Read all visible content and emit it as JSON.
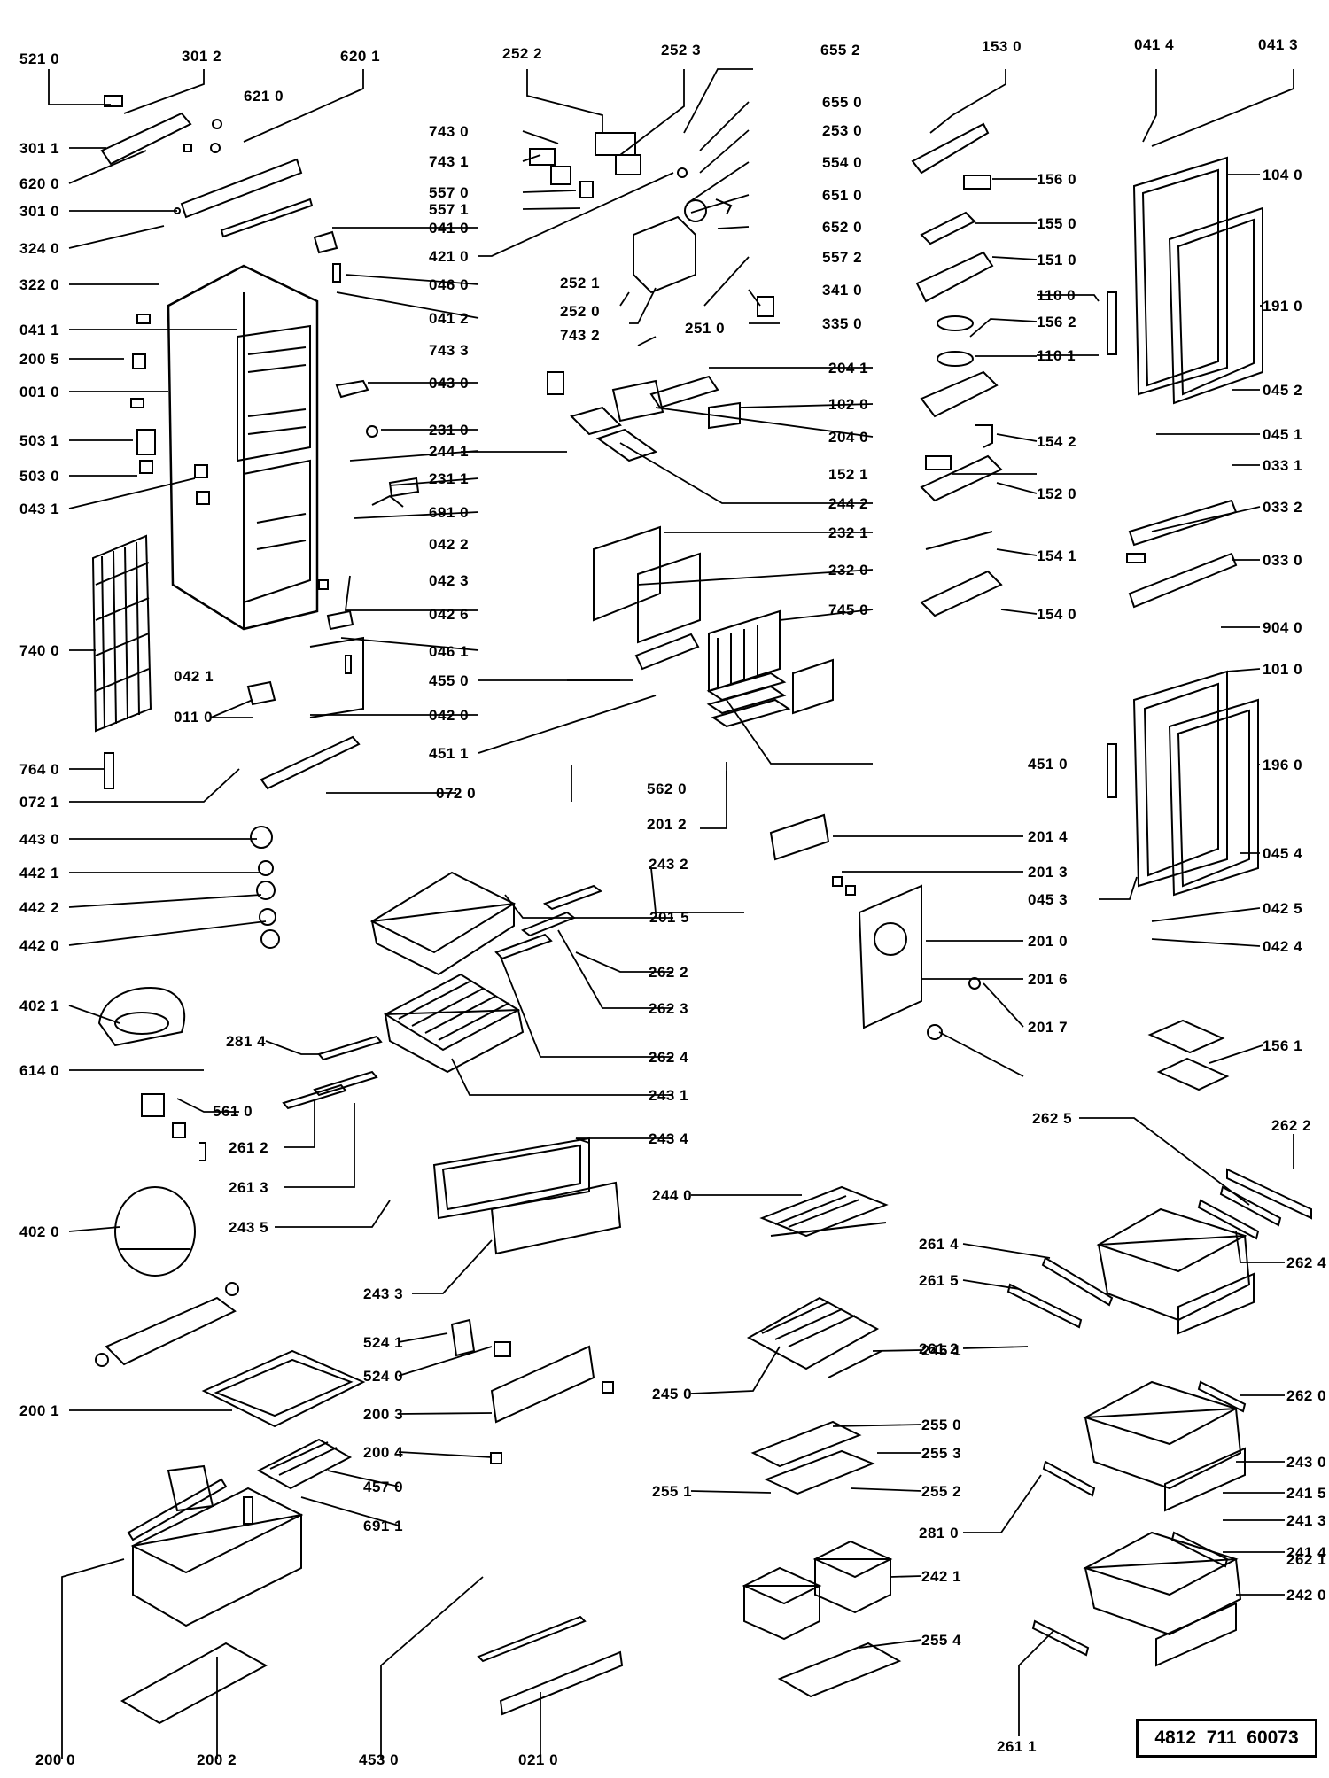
{
  "document_number": "4812  711  60073",
  "part_labels": [
    {
      "id": "l-5210",
      "text": "521 0"
    },
    {
      "id": "l-3012",
      "text": "301 2"
    },
    {
      "id": "l-6201",
      "text": "620 1"
    },
    {
      "id": "l-6210",
      "text": "621 0"
    },
    {
      "id": "l-3011",
      "text": "301 1"
    },
    {
      "id": "l-6200",
      "text": "620 0"
    },
    {
      "id": "l-3010",
      "text": "301 0"
    },
    {
      "id": "l-3240",
      "text": "324 0"
    },
    {
      "id": "l-3220",
      "text": "322 0"
    },
    {
      "id": "l-0411",
      "text": "041 1"
    },
    {
      "id": "l-2005",
      "text": "200 5"
    },
    {
      "id": "l-0010",
      "text": "001 0"
    },
    {
      "id": "l-5031",
      "text": "503 1"
    },
    {
      "id": "l-5030",
      "text": "503 0"
    },
    {
      "id": "l-0431",
      "text": "043 1"
    },
    {
      "id": "l-7400",
      "text": "740 0"
    },
    {
      "id": "l-0421",
      "text": "042 1"
    },
    {
      "id": "l-0110",
      "text": "011 0"
    },
    {
      "id": "l-7640",
      "text": "764 0"
    },
    {
      "id": "l-0721",
      "text": "072 1"
    },
    {
      "id": "l-0720",
      "text": "072 0"
    },
    {
      "id": "l-4430",
      "text": "443 0"
    },
    {
      "id": "l-4421",
      "text": "442 1"
    },
    {
      "id": "l-4422",
      "text": "442 2"
    },
    {
      "id": "l-4420",
      "text": "442 0"
    },
    {
      "id": "l-4021",
      "text": "402 1"
    },
    {
      "id": "l-6140",
      "text": "614 0"
    },
    {
      "id": "l-5610",
      "text": "561 0"
    },
    {
      "id": "l-2814",
      "text": "281 4"
    },
    {
      "id": "l-2612a",
      "text": "261 2"
    },
    {
      "id": "l-2613",
      "text": "261 3"
    },
    {
      "id": "l-2435",
      "text": "243 5"
    },
    {
      "id": "l-4020",
      "text": "402 0"
    },
    {
      "id": "l-2001",
      "text": "200 1"
    },
    {
      "id": "l-2000",
      "text": "200 0"
    },
    {
      "id": "l-2002",
      "text": "200 2"
    },
    {
      "id": "l-4530",
      "text": "453 0"
    },
    {
      "id": "l-0210",
      "text": "021 0"
    },
    {
      "id": "l-2522",
      "text": "252 2"
    },
    {
      "id": "l-2523",
      "text": "252 3"
    },
    {
      "id": "l-6552",
      "text": "655 2"
    },
    {
      "id": "l-6550",
      "text": "655 0"
    },
    {
      "id": "l-2530",
      "text": "253 0"
    },
    {
      "id": "l-5540",
      "text": "554 0"
    },
    {
      "id": "l-6510",
      "text": "651 0"
    },
    {
      "id": "l-6520",
      "text": "652 0"
    },
    {
      "id": "l-5572",
      "text": "557 2"
    },
    {
      "id": "l-3410",
      "text": "341 0"
    },
    {
      "id": "l-3350",
      "text": "335 0"
    },
    {
      "id": "l-7430",
      "text": "743 0"
    },
    {
      "id": "l-7431",
      "text": "743 1"
    },
    {
      "id": "l-5570",
      "text": "557 0"
    },
    {
      "id": "l-5571",
      "text": "557 1"
    },
    {
      "id": "l-0410",
      "text": "041 0"
    },
    {
      "id": "l-4210",
      "text": "421 0"
    },
    {
      "id": "l-0460",
      "text": "046 0"
    },
    {
      "id": "l-0412",
      "text": "041 2"
    },
    {
      "id": "l-2521",
      "text": "252 1"
    },
    {
      "id": "l-2520",
      "text": "252 0"
    },
    {
      "id": "l-2510",
      "text": "251 0"
    },
    {
      "id": "l-7432",
      "text": "743 2"
    },
    {
      "id": "l-7433",
      "text": "743 3"
    },
    {
      "id": "l-0430",
      "text": "043 0"
    },
    {
      "id": "l-2310",
      "text": "231 0"
    },
    {
      "id": "l-2441",
      "text": "244 1"
    },
    {
      "id": "l-2311",
      "text": "231 1"
    },
    {
      "id": "l-6910",
      "text": "691 0"
    },
    {
      "id": "l-0422",
      "text": "042 2"
    },
    {
      "id": "l-0423",
      "text": "042 3"
    },
    {
      "id": "l-0426",
      "text": "042 6"
    },
    {
      "id": "l-0461",
      "text": "046 1"
    },
    {
      "id": "l-4550",
      "text": "455 0"
    },
    {
      "id": "l-0420",
      "text": "042 0"
    },
    {
      "id": "l-4511",
      "text": "451 1"
    },
    {
      "id": "l-5620",
      "text": "562 0"
    },
    {
      "id": "l-2012",
      "text": "201 2"
    },
    {
      "id": "l-2041",
      "text": "204 1"
    },
    {
      "id": "l-1020",
      "text": "102 0"
    },
    {
      "id": "l-2040",
      "text": "204 0"
    },
    {
      "id": "l-2442",
      "text": "244 2"
    },
    {
      "id": "l-2321",
      "text": "232 1"
    },
    {
      "id": "l-2320",
      "text": "232 0"
    },
    {
      "id": "l-7450",
      "text": "745 0"
    },
    {
      "id": "l-4510",
      "text": "451 0"
    },
    {
      "id": "l-2014",
      "text": "201 4"
    },
    {
      "id": "l-2013",
      "text": "201 3"
    },
    {
      "id": "l-2015",
      "text": "201 5"
    },
    {
      "id": "l-2010",
      "text": "201 0"
    },
    {
      "id": "l-2016",
      "text": "201 6"
    },
    {
      "id": "l-2017",
      "text": "201 7"
    },
    {
      "id": "l-2432",
      "text": "243 2"
    },
    {
      "id": "l-2622a",
      "text": "262 2"
    },
    {
      "id": "l-2623",
      "text": "262 3"
    },
    {
      "id": "l-2624a",
      "text": "262 4"
    },
    {
      "id": "l-2431",
      "text": "243 1"
    },
    {
      "id": "l-2434",
      "text": "243 4"
    },
    {
      "id": "l-2433",
      "text": "243 3"
    },
    {
      "id": "l-2440",
      "text": "244 0"
    },
    {
      "id": "l-5241",
      "text": "524 1"
    },
    {
      "id": "l-5240",
      "text": "524 0"
    },
    {
      "id": "l-2003",
      "text": "200 3"
    },
    {
      "id": "l-2004",
      "text": "200 4"
    },
    {
      "id": "l-4570",
      "text": "457 0"
    },
    {
      "id": "l-6911",
      "text": "691 1"
    },
    {
      "id": "l-2450",
      "text": "245 0"
    },
    {
      "id": "l-2451",
      "text": "245 1"
    },
    {
      "id": "l-2550",
      "text": "255 0"
    },
    {
      "id": "l-2553",
      "text": "255 3"
    },
    {
      "id": "l-2551",
      "text": "255 1"
    },
    {
      "id": "l-2552",
      "text": "255 2"
    },
    {
      "id": "l-2421",
      "text": "242 1"
    },
    {
      "id": "l-2554",
      "text": "255 4"
    },
    {
      "id": "l-1530",
      "text": "153 0"
    },
    {
      "id": "l-1560",
      "text": "156 0"
    },
    {
      "id": "l-1550",
      "text": "155 0"
    },
    {
      "id": "l-1510",
      "text": "151 0"
    },
    {
      "id": "l-1100",
      "text": "110 0"
    },
    {
      "id": "l-1562",
      "text": "156 2"
    },
    {
      "id": "l-1101",
      "text": "110 1"
    },
    {
      "id": "l-1542",
      "text": "154 2"
    },
    {
      "id": "l-1521",
      "text": "152 1"
    },
    {
      "id": "l-1520",
      "text": "152 0"
    },
    {
      "id": "l-1541",
      "text": "154 1"
    },
    {
      "id": "l-1540",
      "text": "154 0"
    },
    {
      "id": "l-0414",
      "text": "041 4"
    },
    {
      "id": "l-0413",
      "text": "041 3"
    },
    {
      "id": "l-1040",
      "text": "104 0"
    },
    {
      "id": "l-1910",
      "text": "191 0"
    },
    {
      "id": "l-0452",
      "text": "045 2"
    },
    {
      "id": "l-0451",
      "text": "045 1"
    },
    {
      "id": "l-0331",
      "text": "033 1"
    },
    {
      "id": "l-0332",
      "text": "033 2"
    },
    {
      "id": "l-0330",
      "text": "033 0"
    },
    {
      "id": "l-9040",
      "text": "904 0"
    },
    {
      "id": "l-1010",
      "text": "101 0"
    },
    {
      "id": "l-1960",
      "text": "196 0"
    },
    {
      "id": "l-0454",
      "text": "045 4"
    },
    {
      "id": "l-0453",
      "text": "045 3"
    },
    {
      "id": "l-0425",
      "text": "042 5"
    },
    {
      "id": "l-0424",
      "text": "042 4"
    },
    {
      "id": "l-1561",
      "text": "156 1"
    },
    {
      "id": "l-2625",
      "text": "262 5"
    },
    {
      "id": "l-2622b",
      "text": "262 2"
    },
    {
      "id": "l-2614",
      "text": "261 4"
    },
    {
      "id": "l-2615",
      "text": "261 5"
    },
    {
      "id": "l-2624b",
      "text": "262 4"
    },
    {
      "id": "l-2612b",
      "text": "261 2"
    },
    {
      "id": "l-2620",
      "text": "262 0"
    },
    {
      "id": "l-2430",
      "text": "243 0"
    },
    {
      "id": "l-2415",
      "text": "241 5"
    },
    {
      "id": "l-2413",
      "text": "241 3"
    },
    {
      "id": "l-2414",
      "text": "241 4"
    },
    {
      "id": "l-2810",
      "text": "281 0"
    },
    {
      "id": "l-2621",
      "text": "262 1"
    },
    {
      "id": "l-2420",
      "text": "242 0"
    },
    {
      "id": "l-2611",
      "text": "261 1"
    }
  ]
}
